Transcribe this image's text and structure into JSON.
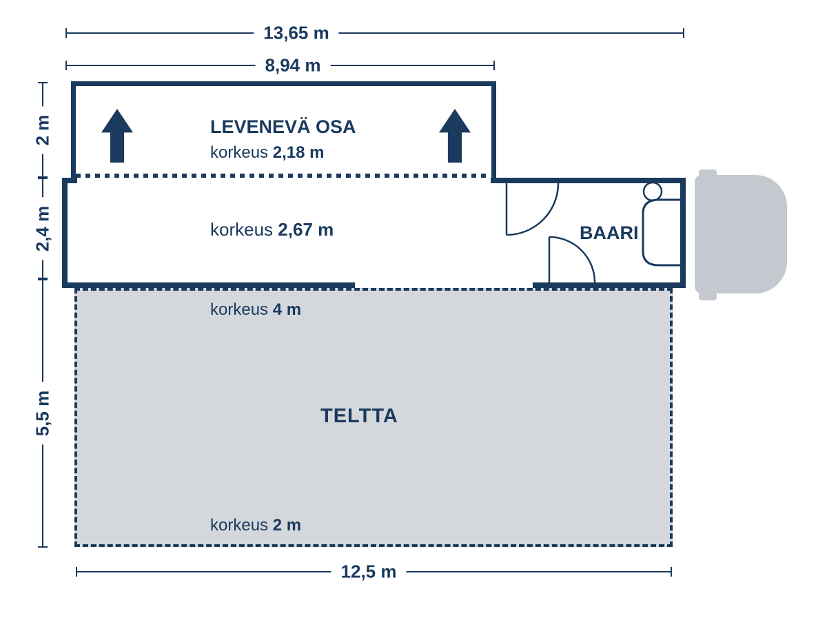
{
  "colors": {
    "navy": "#1a3a5e",
    "tent_fill": "#d4d8dc",
    "truck_fill": "#c3c9cf"
  },
  "dimensions": {
    "total_width": "13,65 m",
    "expanding_width": "8,94 m",
    "expanding_depth": "2 m",
    "trailer_depth": "2,4 m",
    "tent_depth": "5,5 m",
    "tent_width": "12,5 m"
  },
  "areas": {
    "expanding": {
      "title": "LEVENEVÄ OSA",
      "height_label": "korkeus",
      "height_value": "2,18 m"
    },
    "trailer": {
      "height_label": "korkeus",
      "height_value": "2,67 m"
    },
    "bar": {
      "title": "BAARI"
    },
    "tent": {
      "title": "TELTTA",
      "front_height_label": "korkeus",
      "front_height_value": "4 m",
      "back_height_label": "korkeus",
      "back_height_value": "2 m"
    }
  }
}
